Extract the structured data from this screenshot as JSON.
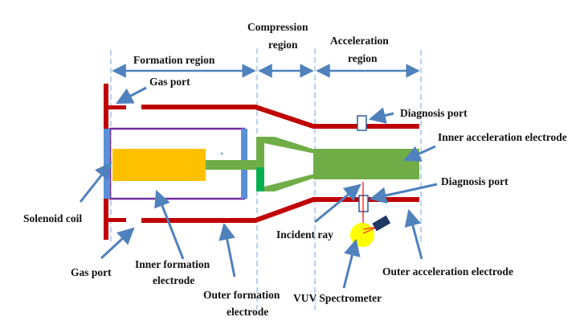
{
  "colors": {
    "electrode": "#c00000",
    "gas": "#5b8fd6",
    "coil": "#7030a0",
    "plasma": "#ffc000",
    "green": "#70ad47",
    "green_dark": "#00b050",
    "arrow": "#4f81bd",
    "dash": "#8eb4e3",
    "spectrometer": "#ffff00"
  },
  "regions": {
    "formation": "Formation region",
    "compression_1": "Compression",
    "compression_2": "region",
    "acceleration_1": "Acceleration",
    "acceleration_2": "region"
  },
  "labels": {
    "gas_port_top": "Gas port",
    "gas_port_bottom": "Gas port",
    "diagnosis_port_top": "Diagnosis port",
    "diagnosis_port_bottom": "Diagnosis port",
    "inner_acceleration_electrode": "Inner acceleration electrode",
    "solenoid_coil": "Solenoid coil",
    "incident_ray": "Incident ray",
    "inner_formation_1": "Inner formation",
    "inner_formation_2": "electrode",
    "outer_formation_1": "Outer formation",
    "outer_formation_2": "electrode",
    "vuv_spectrometer": "VUV Spectrometer",
    "outer_acceleration_electrode": "Outer acceleration electrode"
  }
}
